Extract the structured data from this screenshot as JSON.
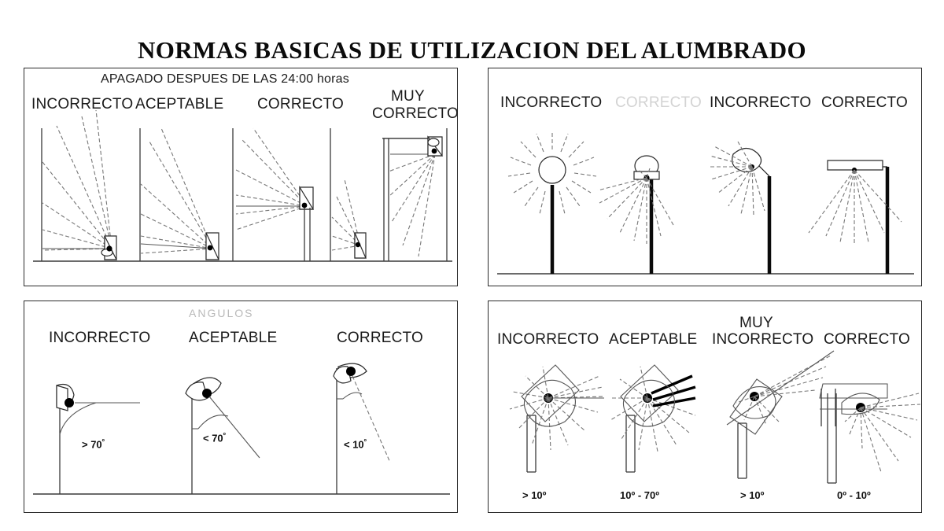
{
  "title": "NORMAS BASICAS DE UTILIZACION DEL ALUMBRADO",
  "panels": {
    "top_left": {
      "name": "apagado-panel",
      "header": "APAGADO DESPUES DE LAS 24:00 horas",
      "labels": [
        {
          "text": "INCORRECTO"
        },
        {
          "text": "ACEPTABLE"
        },
        {
          "text": "CORRECTO"
        },
        {
          "text": "MUY",
          "text2": "CORRECTO"
        }
      ]
    },
    "top_right": {
      "name": "luminaria-panel",
      "labels": [
        {
          "text": "INCORRECTO",
          "style": "normal"
        },
        {
          "text": "CORRECTO",
          "style": "ghost"
        },
        {
          "text": "INCORRECTO",
          "style": "normal"
        },
        {
          "text": "CORRECTO",
          "style": "normal"
        }
      ]
    },
    "bottom_left": {
      "name": "angulos-panel",
      "header": "ANGULOS",
      "labels": [
        {
          "text": "INCORRECTO",
          "angle": "> 70",
          "deg": "º"
        },
        {
          "text": "ACEPTABLE",
          "angle": "< 70",
          "deg": "º"
        },
        {
          "text": "CORRECTO",
          "angle": "< 10",
          "deg": "º"
        }
      ]
    },
    "bottom_right": {
      "name": "inclinacion-panel",
      "labels": [
        {
          "text": "INCORRECTO",
          "top": "",
          "angle": "> 10º"
        },
        {
          "text": "ACEPTABLE",
          "top": "",
          "angle": "10º - 70º"
        },
        {
          "text": "INCORRECTO",
          "top": "MUY",
          "angle": "> 10º"
        },
        {
          "text": "CORRECTO",
          "top": "",
          "angle": "0º - 10º"
        }
      ]
    }
  },
  "colors": {
    "ink": "#1a1a1a",
    "ray": "#555555",
    "ghost": "#d3d3d3",
    "pole": "#0a0a0a"
  }
}
